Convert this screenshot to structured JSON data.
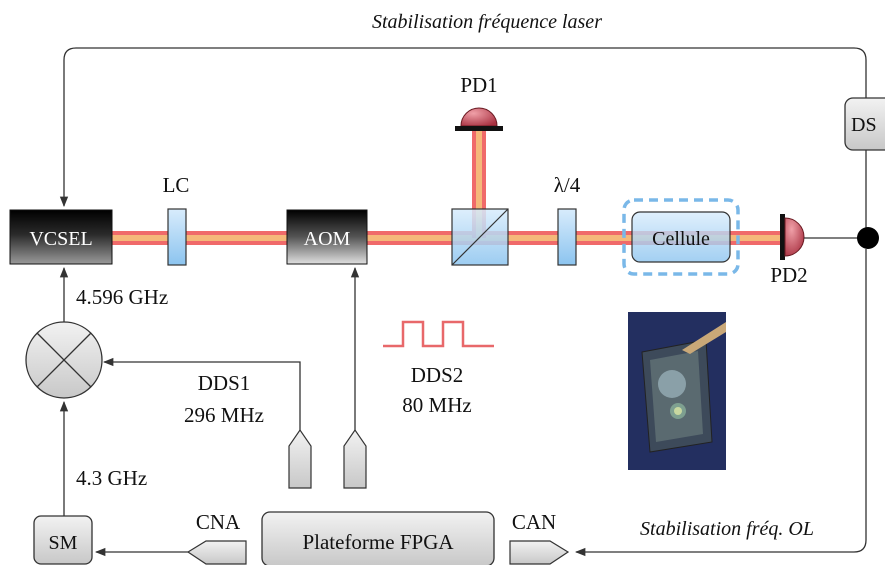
{
  "title_top": "Stabilisation fréquence laser",
  "label_bottom_right": "Stabilisation fréq. OL",
  "components": {
    "vcsel": "VCSEL",
    "lc": "LC",
    "aom": "AOM",
    "pd1": "PD1",
    "lambda4": "λ/4",
    "cellule": "Cellule",
    "pd2": "PD2",
    "ds": "DS",
    "sm": "SM",
    "fpga": "Plateforme FPGA",
    "cna": "CNA",
    "can": "CAN"
  },
  "signals": {
    "f_vcsel": "4.596 GHz",
    "f_sm": "4.3 GHz",
    "dds1_name": "DDS1",
    "dds1_freq": "296 MHz",
    "dds2_name": "DDS2",
    "dds2_freq": "80 MHz"
  },
  "colors": {
    "beam_outer": "#f06a6a",
    "beam_inner": "#f5b87a",
    "optic_blue": "#a8d4f5",
    "dashed_box": "#7ab8e8",
    "detector_red": "#c04a55",
    "dds2_wave": "#e8686a"
  }
}
